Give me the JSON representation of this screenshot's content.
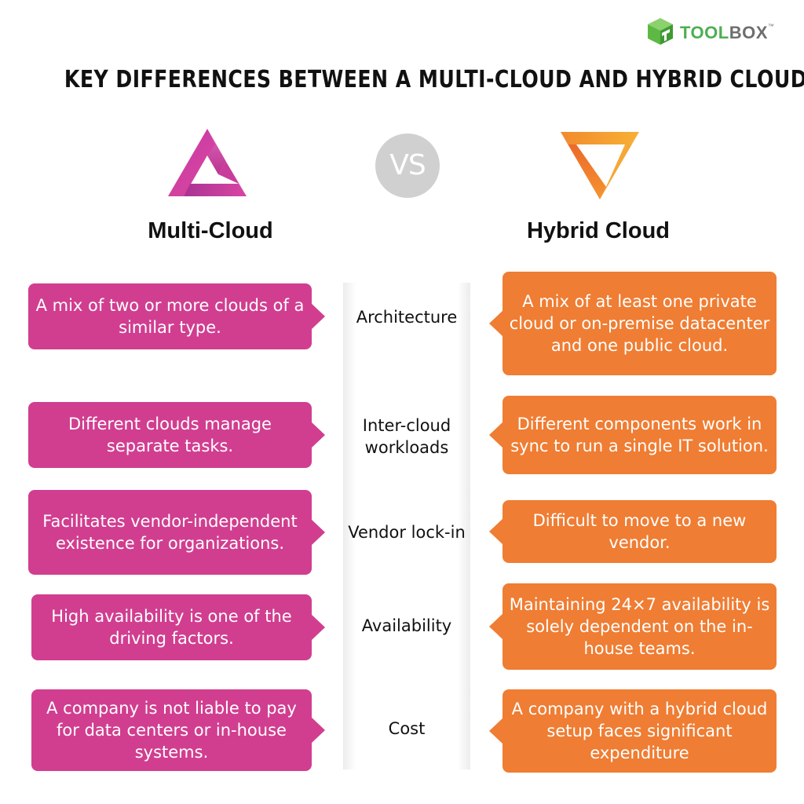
{
  "brand": {
    "name_part1": "TOOL",
    "name_part2": "BOX",
    "trademark": "™"
  },
  "title": "KEY DIFFERENCES BETWEEN A MULTI-CLOUD AND HYBRID CLOUD",
  "vs_label": "VS",
  "columns": {
    "left": "Multi-Cloud",
    "right": "Hybrid Cloud"
  },
  "colors": {
    "multi_cloud": "#d13e90",
    "hybrid_cloud": "#ef7d33",
    "toolbox_green": "#4caf50",
    "vs_circle": "#d0d0d0"
  },
  "icons": {
    "multi_cloud": "pink-triangle-icon",
    "hybrid_cloud": "orange-inverted-triangle-icon",
    "logo": "toolbox-cube-icon"
  },
  "rows": [
    {
      "criterion": "Architecture",
      "multi_cloud": "A mix of two or more clouds of a similar type.",
      "hybrid_cloud": "A mix of at least one private cloud or on-premise datacenter and one public cloud."
    },
    {
      "criterion": "Inter-cloud workloads",
      "multi_cloud": "Different clouds manage separate tasks.",
      "hybrid_cloud": "Different components work in sync to run a single IT solution."
    },
    {
      "criterion": "Vendor lock-in",
      "multi_cloud": "Facilitates vendor-independent existence for organizations.",
      "hybrid_cloud": "Difficult to move to a new vendor."
    },
    {
      "criterion": "Availability",
      "multi_cloud": "High availability is one of the driving factors.",
      "hybrid_cloud": "Maintaining 24×7 availability is solely dependent on the in-house teams."
    },
    {
      "criterion": "Cost",
      "multi_cloud": "A company is not liable to pay for data centers or in-house systems.",
      "hybrid_cloud": "A company with a hybrid cloud setup faces significant expenditure"
    }
  ]
}
